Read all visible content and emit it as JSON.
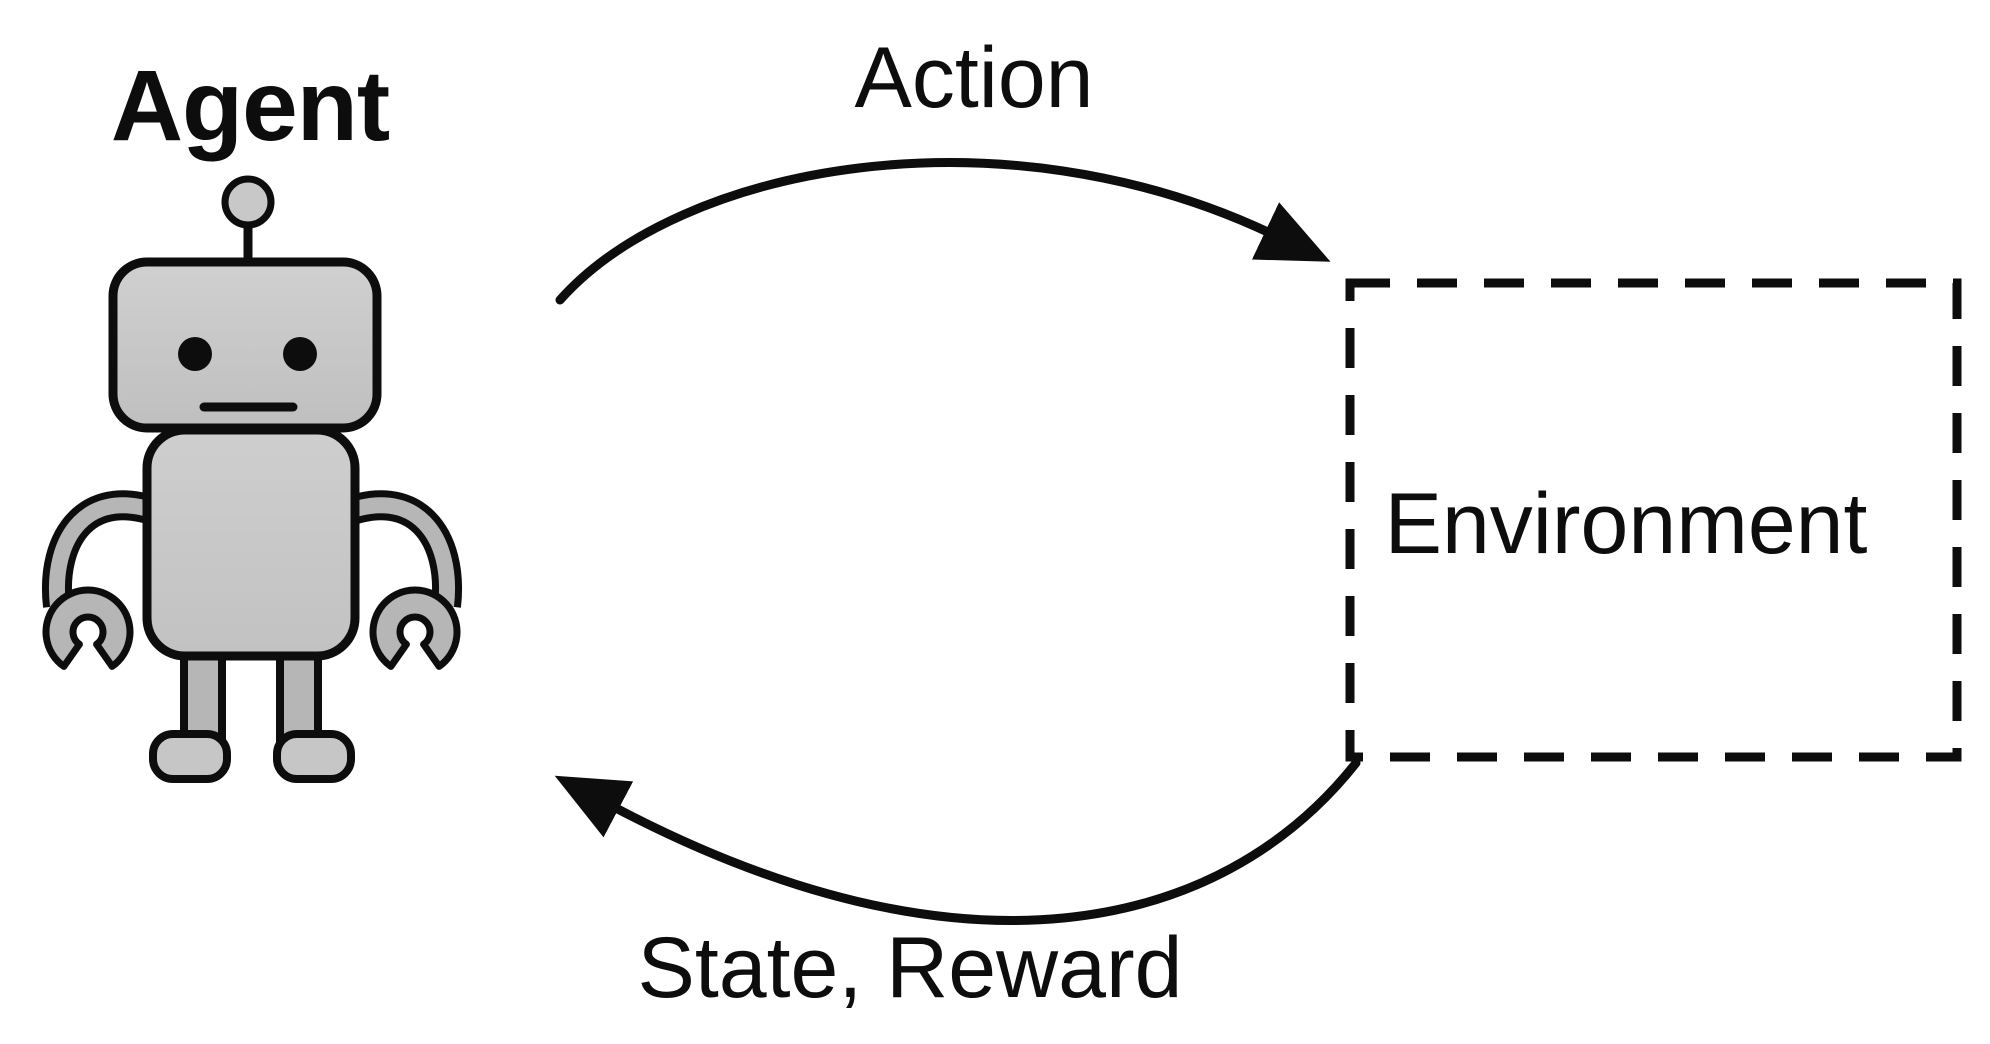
{
  "diagram": {
    "agent": {
      "label": "Agent"
    },
    "environment": {
      "label": "Environment"
    },
    "arrows": {
      "action": {
        "label": "Action"
      },
      "feedback": {
        "label": "State, Reward"
      }
    },
    "colors": {
      "ink": "#0d0d0d",
      "robot_head_body": "#c6c6c6",
      "robot_limbs": "#b6b6b6",
      "background": "#ffffff"
    }
  }
}
